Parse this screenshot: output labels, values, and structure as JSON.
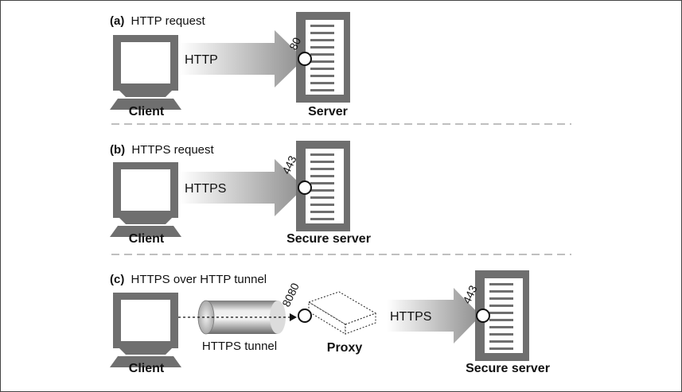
{
  "panels": [
    {
      "letter": "(a)",
      "title": "HTTP request",
      "client_label": "Client",
      "arrow_label": "HTTP",
      "port": "80",
      "server_label": "Server"
    },
    {
      "letter": "(b)",
      "title": "HTTPS request",
      "client_label": "Client",
      "arrow_label": "HTTPS",
      "port": "443",
      "server_label": "Secure server"
    },
    {
      "letter": "(c)",
      "title": "HTTPS over HTTP tunnel",
      "client_label": "Client",
      "tunnel_label": "HTTPS tunnel",
      "proxy_port": "8080",
      "proxy_label": "Proxy",
      "arrow_label": "HTTPS",
      "port": "443",
      "server_label": "Secure server"
    }
  ]
}
